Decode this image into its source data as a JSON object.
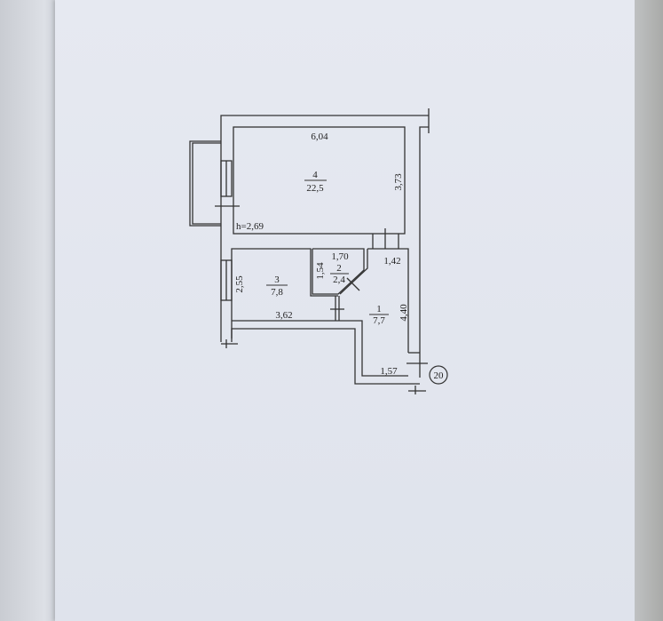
{
  "plan": {
    "rooms": [
      {
        "number": "4",
        "area": "22,5"
      },
      {
        "number": "3",
        "area": "7,8"
      },
      {
        "number": "2",
        "area": "2,4"
      },
      {
        "number": "1",
        "area": "7,7"
      }
    ],
    "dimensions": {
      "room4_width": "6,04",
      "room4_depth": "3,73",
      "ceiling_height": "h=2,69",
      "room3_depth": "2,55",
      "room3_width": "3,62",
      "room2_width": "1,70",
      "room2_depth": "1,54",
      "corridor_width": "1,42",
      "corridor_length": "4,40",
      "corridor_bottom": "1,57"
    },
    "apartment_number": "20"
  }
}
